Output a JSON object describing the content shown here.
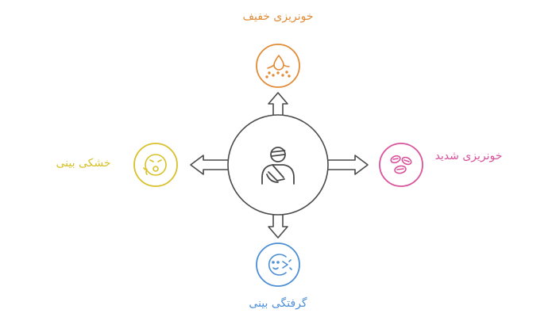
{
  "center": {
    "icon": "injured-person-icon"
  },
  "nodes": {
    "top": {
      "label": "خونریزی خفیف",
      "icon": "blood-drop-icon",
      "color": "#e28b37"
    },
    "right": {
      "label": "خونریزی شدید",
      "icon": "blood-cells-icon",
      "color": "#d9539b"
    },
    "left": {
      "label": "خشکی بینی",
      "icon": "dry-nose-face-icon",
      "color": "#d8c12a"
    },
    "bottom": {
      "label": "گرفتگی بینی",
      "icon": "congested-face-icon",
      "color": "#4d8fd6"
    }
  },
  "colors": {
    "stroke": "#4a4a4a"
  }
}
